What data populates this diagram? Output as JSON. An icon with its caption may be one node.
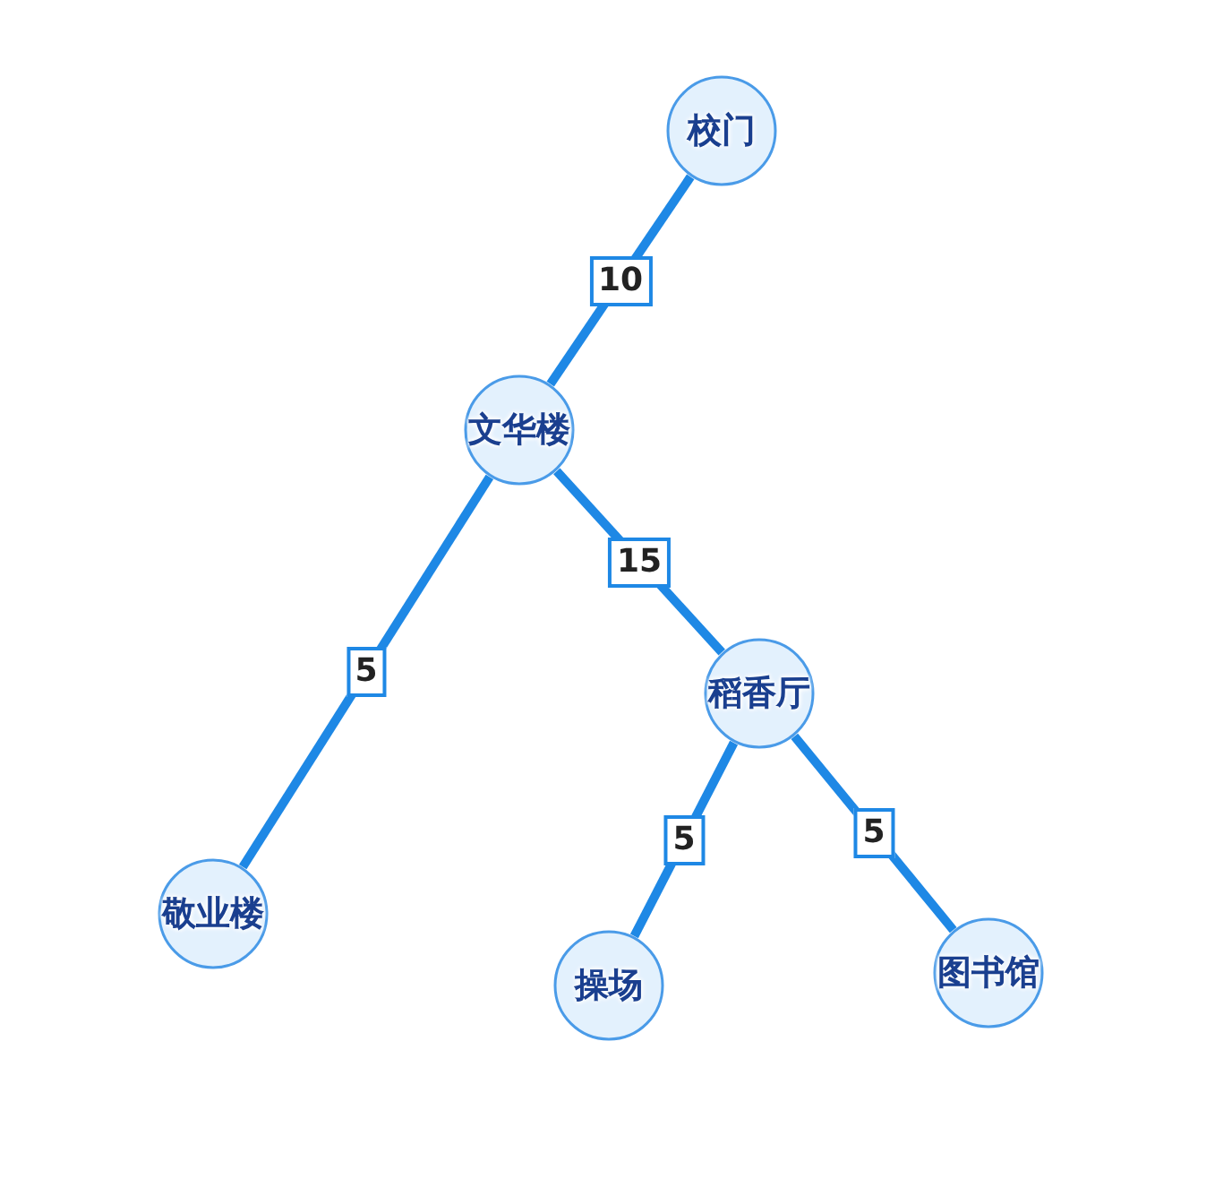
{
  "diagram": {
    "nodes": [
      {
        "text": [
          "校门"
        ]
      },
      {
        "text": [
          "文华楼"
        ]
      },
      {
        "text": [
          "稻香厅"
        ]
      },
      {
        "text": [
          "敬业楼"
        ]
      },
      {
        "text": [
          "操场"
        ]
      },
      {
        "text": [
          "图书馆"
        ]
      }
    ],
    "edges": [
      {
        "from": 0,
        "to": 1,
        "arrow": "none",
        "label": "10"
      },
      {
        "from": 1,
        "to": 3,
        "arrow": "none",
        "label": "5"
      },
      {
        "from": 1,
        "to": 2,
        "arrow": "none",
        "label": "15"
      },
      {
        "from": 2,
        "to": 4,
        "arrow": "none",
        "label": "5"
      },
      {
        "from": 2,
        "to": 5,
        "arrow": "none",
        "label": "5"
      }
    ]
  }
}
